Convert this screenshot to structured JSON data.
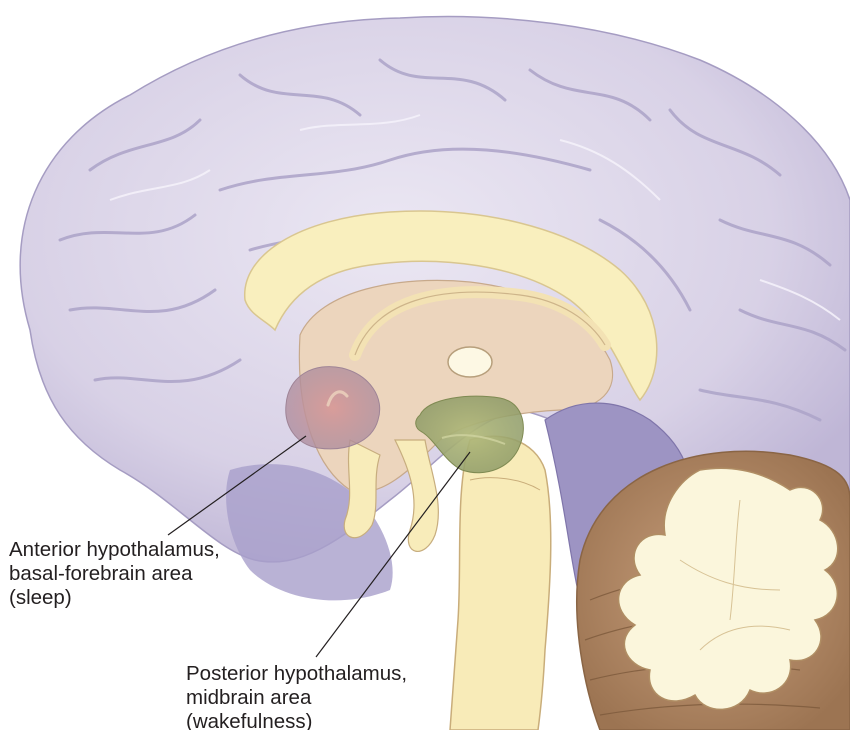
{
  "labels": {
    "anterior": {
      "lines": [
        "Anterior hypothalamus,",
        "basal-forebrain area",
        "(sleep)"
      ]
    },
    "posterior": {
      "lines": [
        "Posterior hypothalamus,",
        "midbrain area",
        "(wakefulness)"
      ]
    }
  },
  "colors": {
    "cortex": "#dcd6e8",
    "cortex_shadow": "#b9b1d1",
    "cortex_highlight": "#f2effa",
    "cerebellum_outer": "#b58d6a",
    "cerebellum_inner": "#fbf6dc",
    "corpus_callosum": "#f9efbe",
    "inner_tissue": "#ecd4bc",
    "brainstem": "#f7ebb8",
    "ventricle": "#9d94c3",
    "sleep_region": "#c9878a",
    "wake_region": "#9fa96a",
    "leader_line": "#231f20"
  }
}
